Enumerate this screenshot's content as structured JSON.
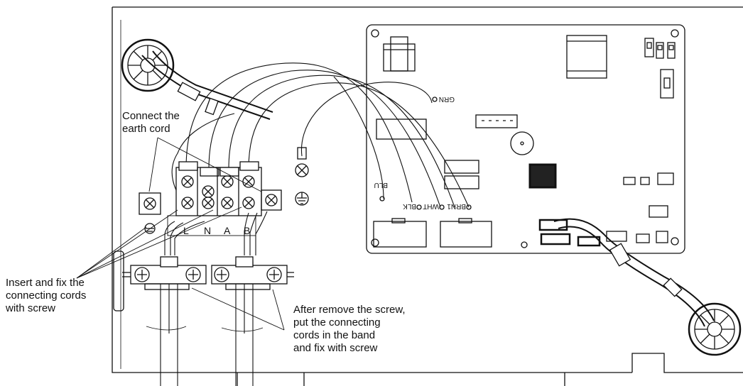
{
  "callouts": {
    "earth": "Connect the\nearth cord",
    "insert": "Insert and fix the\nconnecting cords\nwith screw",
    "band": "After remove the screw,\nput the connecting\ncords in the band\nand fix with screw"
  },
  "terminal_labels": [
    "L",
    "N",
    "A",
    "B"
  ],
  "pcb_labels": {
    "grn": "GRN",
    "blu": "BLU",
    "blk": "BLK",
    "wht": "WHT",
    "brn": "BRN1"
  },
  "colors": {
    "line": "#111111",
    "background": "#ffffff"
  }
}
